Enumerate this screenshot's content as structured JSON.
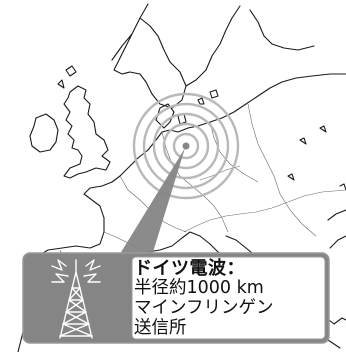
{
  "info_box": {
    "title": "ドイツ電波：",
    "radius_line": "半径約1000 km",
    "location_line": "マインフリンゲン",
    "facility_line": "送信所"
  },
  "icons": {
    "signal_waves": "concentric-radio-waves-icon",
    "tower": "radio-transmitter-tower-icon"
  },
  "colors": {
    "land": "#ffffff",
    "sea": "#ffffff",
    "coastline": "#1a1a1a",
    "signal_rings": "#b8b8b8",
    "callout_fill": "#858585",
    "callout_border": "#9a9a9a",
    "tower": "#ffffff",
    "text": "#111111"
  }
}
